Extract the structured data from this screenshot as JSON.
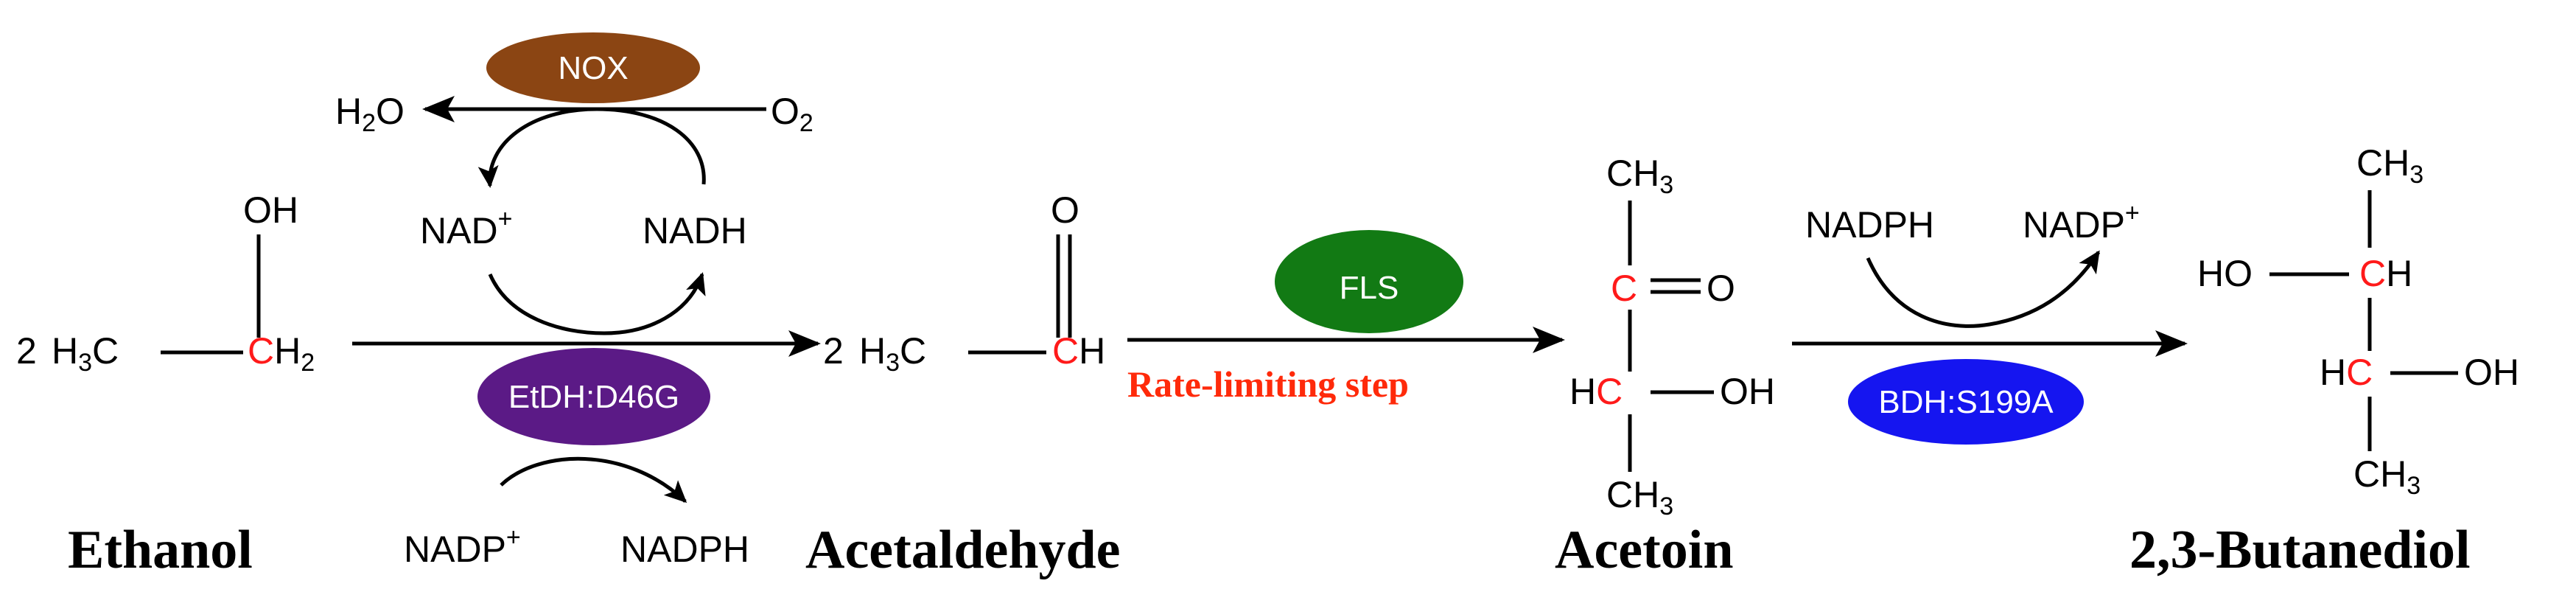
{
  "compounds": {
    "ethanol": {
      "label": "Ethanol",
      "coef": "2",
      "left": "H",
      "left_sub": "3",
      "left_c": "C",
      "red_c": "C",
      "h": "H",
      "h_sub": "2",
      "oh": "OH"
    },
    "acetaldehyde": {
      "label": "Acetaldehyde",
      "coef": "2",
      "left": "H",
      "left_sub": "3",
      "left_c": "C",
      "red_c": "C",
      "h": "H",
      "o": "O"
    },
    "acetoin": {
      "label": "Acetoin",
      "ch3_top": "CH",
      "ch3_top_sub": "3",
      "red_c1": "C",
      "o": "O",
      "h": "H",
      "red_c2": "C",
      "oh": "OH",
      "ch3_bot": "CH",
      "ch3_bot_sub": "3"
    },
    "butanediol": {
      "label": "2,3-Butanediol",
      "ch3_top": "CH",
      "ch3_top_sub": "3",
      "ho": "HO",
      "red_c1": "C",
      "h1": "H",
      "h2": "H",
      "red_c2": "C",
      "oh": "OH",
      "ch3_bot": "CH",
      "ch3_bot_sub": "3"
    }
  },
  "enzymes": {
    "nox": {
      "name": "NOX",
      "color": "#8b4513"
    },
    "etdh": {
      "name": "EtDH:D46G",
      "color": "#5b1a86"
    },
    "fls": {
      "name": "FLS",
      "color": "#127a14"
    },
    "bdh": {
      "name": "BDH:S199A",
      "color": "#1515f0"
    }
  },
  "cofactors": {
    "h2o": {
      "main": "H",
      "sub": "2",
      "rest": "O"
    },
    "o2": {
      "main": "O",
      "sub": "2"
    },
    "nad_plus": {
      "main": "NAD",
      "sup": "+"
    },
    "nadh": "NADH",
    "nadp_plus_1": {
      "main": "NADP",
      "sup": "+"
    },
    "nadph_1": "NADPH",
    "nadph_2": "NADPH",
    "nadp_plus_2": {
      "main": "NADP",
      "sup": "+"
    }
  },
  "annotations": {
    "rate_limiting": "Rate-limiting step"
  }
}
